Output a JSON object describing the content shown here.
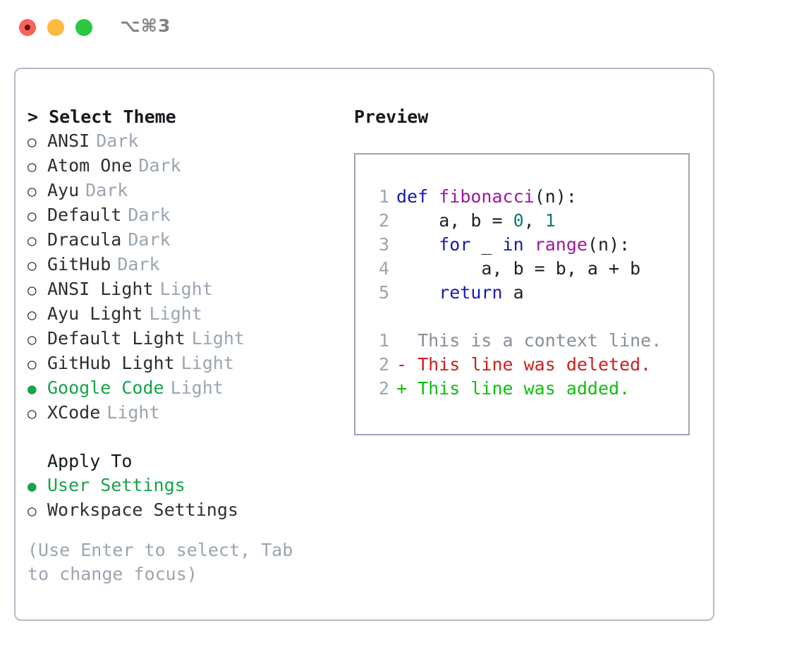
{
  "titlebar": {
    "shortcut": "⌥⌘3",
    "buttons": [
      {
        "name": "close",
        "color": "#fc6058"
      },
      {
        "name": "minimize",
        "color": "#fcbb40"
      },
      {
        "name": "maximize",
        "color": "#2bc840"
      }
    ]
  },
  "theme_panel": {
    "header": "> Select Theme",
    "bullet_selected": "●",
    "bullet_unselected": "○",
    "items": [
      {
        "label": "ANSI",
        "badge": "Dark",
        "selected": false
      },
      {
        "label": "Atom One",
        "badge": "Dark",
        "selected": false
      },
      {
        "label": "Ayu",
        "badge": "Dark",
        "selected": false
      },
      {
        "label": "Default",
        "badge": "Dark",
        "selected": false
      },
      {
        "label": "Dracula",
        "badge": "Dark",
        "selected": false
      },
      {
        "label": "GitHub",
        "badge": "Dark",
        "selected": false
      },
      {
        "label": "ANSI Light",
        "badge": "Light",
        "selected": false
      },
      {
        "label": "Ayu Light",
        "badge": "Light",
        "selected": false
      },
      {
        "label": "Default Light",
        "badge": "Light",
        "selected": false
      },
      {
        "label": "GitHub Light",
        "badge": "Light",
        "selected": false
      },
      {
        "label": "Google Code",
        "badge": "Light",
        "selected": true
      },
      {
        "label": "XCode",
        "badge": "Light",
        "selected": false
      }
    ]
  },
  "apply_to": {
    "header": "Apply To",
    "items": [
      {
        "label": "User Settings",
        "selected": true
      },
      {
        "label": "Workspace Settings",
        "selected": false
      }
    ]
  },
  "hint": "(Use Enter to select, Tab to change focus)",
  "preview": {
    "title": "Preview",
    "code_lines": [
      {
        "num": "1",
        "tokens": [
          {
            "t": "def ",
            "c": "kw"
          },
          {
            "t": "fibonacci",
            "c": "fn"
          },
          {
            "t": "(n):",
            "c": "pln"
          }
        ]
      },
      {
        "num": "2",
        "tokens": [
          {
            "t": "    a, b = ",
            "c": "pln"
          },
          {
            "t": "0",
            "c": "num"
          },
          {
            "t": ", ",
            "c": "pln"
          },
          {
            "t": "1",
            "c": "num"
          }
        ]
      },
      {
        "num": "3",
        "tokens": [
          {
            "t": "    ",
            "c": "pln"
          },
          {
            "t": "for",
            "c": "kw"
          },
          {
            "t": " _ ",
            "c": "pln"
          },
          {
            "t": "in",
            "c": "kw"
          },
          {
            "t": " ",
            "c": "pln"
          },
          {
            "t": "range",
            "c": "fn"
          },
          {
            "t": "(n):",
            "c": "pln"
          }
        ]
      },
      {
        "num": "4",
        "tokens": [
          {
            "t": "        a, b = b, a + b",
            "c": "pln"
          }
        ]
      },
      {
        "num": "5",
        "tokens": [
          {
            "t": "    ",
            "c": "pln"
          },
          {
            "t": "return",
            "c": "kw"
          },
          {
            "t": " a",
            "c": "pln"
          }
        ]
      }
    ],
    "diff_lines": [
      {
        "num": "1",
        "marker": "  ",
        "text": "This is a context line.",
        "kind": "ctx"
      },
      {
        "num": "2",
        "marker": "- ",
        "text": "This line was deleted.",
        "kind": "del"
      },
      {
        "num": "2",
        "marker": "+ ",
        "text": "This line was added.",
        "kind": "add"
      }
    ]
  },
  "colors": {
    "accent_green": "#16a34a",
    "muted_gray": "#9aa5b1",
    "keyword_blue": "#1a1ab0",
    "function_magenta": "#9c1a9c",
    "number_teal": "#117a75",
    "diff_red": "#cc1f1f",
    "diff_green": "#0fbf0f",
    "border": "#b3bcc8"
  }
}
